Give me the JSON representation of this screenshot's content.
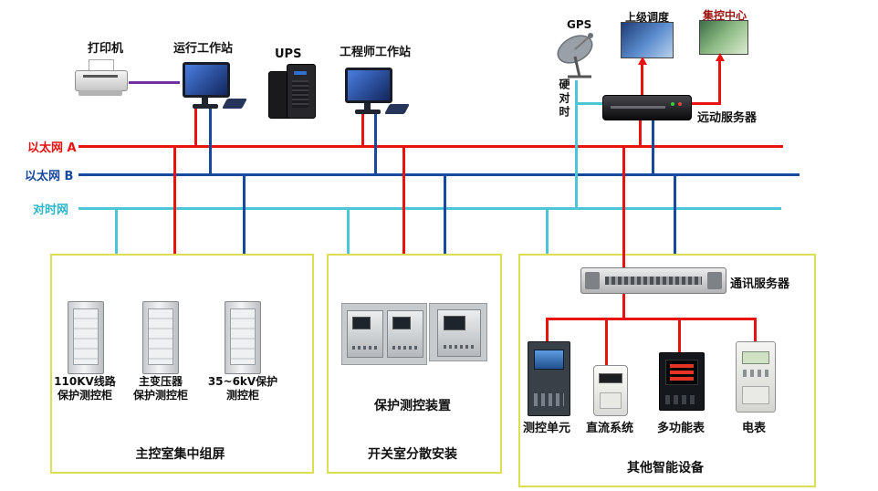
{
  "top": {
    "printer_label": "打印机",
    "operator_ws_label": "运行工作站",
    "ups_label": "UPS",
    "engineer_ws_label": "工程师工作站",
    "gps_label": "GPS",
    "hard_time_label": "硬对时",
    "upper_dispatch_label": "上级调度",
    "control_center_label": "集控中心",
    "telecontrol_server_label": "远动服务器"
  },
  "buses": {
    "a": {
      "label": "以太网 A",
      "color": "#e8120f"
    },
    "b": {
      "label": "以太网 B",
      "color": "#17499e"
    },
    "t": {
      "label": "对时网",
      "color": "#4cc6d6"
    }
  },
  "groups": {
    "left": {
      "caption": "主控室集中组屏",
      "cabinets": [
        {
          "label": "110KV线路\n保护测控柜"
        },
        {
          "label": "主变压器\n保护测控柜"
        },
        {
          "label": "35~6kV保护\n测控柜"
        }
      ]
    },
    "middle": {
      "device_label": "保护测控装置",
      "caption": "开关室分散安装"
    },
    "right": {
      "server_label": "通讯服务器",
      "caption": "其他智能设备",
      "devices": [
        {
          "label": "测控单元"
        },
        {
          "label": "直流系统"
        },
        {
          "label": "多功能表"
        },
        {
          "label": "电表"
        }
      ]
    }
  }
}
